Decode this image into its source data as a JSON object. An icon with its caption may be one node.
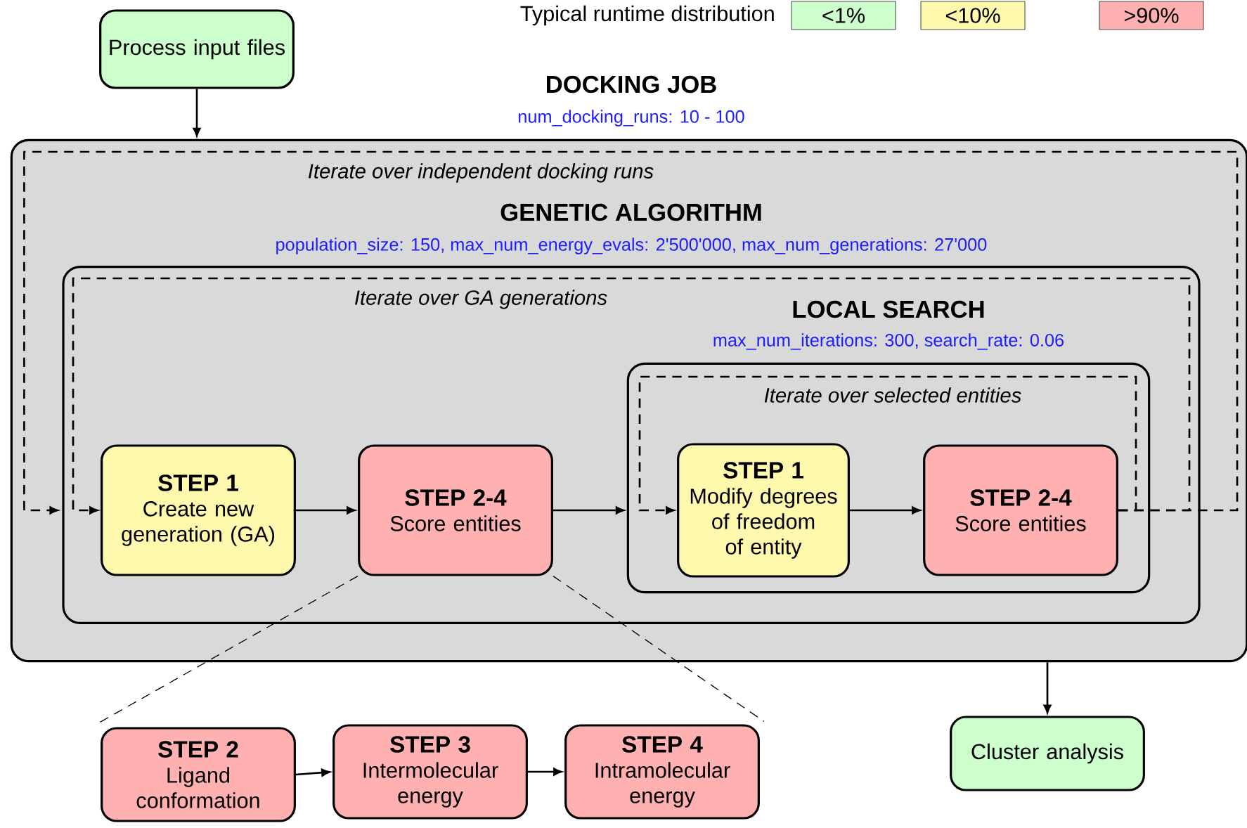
{
  "diagram": {
    "nodes": [
      {
        "text": [
          "Process input files"
        ]
      },
      {
        "text": [
          "DOCKING JOB",
          "num_docking_runs: 10 - 100"
        ]
      },
      {
        "text": [
          "GENETIC ALGORITHM",
          "population_size: 150, max_num_energy_evals: 2'500'000, max_num_generations: 27'000"
        ],
        "in": 1
      },
      {
        "text": [
          "STEP 1",
          "Create new generation (GA)"
        ],
        "in": 2
      },
      {
        "text": [
          "STEP 2-4",
          "Score entities"
        ],
        "in": 2
      },
      {
        "text": [
          "LOCAL SEARCH",
          "max_num_iterations: 300, search_rate: 0.06"
        ],
        "in": 2
      },
      {
        "text": [
          "STEP 1",
          "Modify degrees of freedom of entity"
        ],
        "in": 5
      },
      {
        "text": [
          "STEP 2-4",
          "Score entities"
        ],
        "in": 5
      },
      {
        "text": [
          "STEP 2",
          "Ligand conformation"
        ]
      },
      {
        "text": [
          "STEP 3",
          "Intermolecular energy"
        ]
      },
      {
        "text": [
          "STEP 4",
          "Intramolecular energy"
        ]
      },
      {
        "text": [
          "Cluster analysis"
        ]
      }
    ],
    "edges": [
      {
        "from": 0,
        "to": 1,
        "arrow": "to"
      },
      {
        "from": 3,
        "to": 4,
        "arrow": "to"
      },
      {
        "from": 4,
        "to": 5,
        "arrow": "to"
      },
      {
        "from": 6,
        "to": 7,
        "arrow": "to"
      },
      {
        "from": 7,
        "to": 6,
        "arrow": "to",
        "style": "dashed",
        "label": "Iterate over selected entities"
      },
      {
        "from": 7,
        "to": 3,
        "arrow": "to",
        "style": "dashed",
        "label": "Iterate over GA generations"
      },
      {
        "from": 7,
        "to": 2,
        "arrow": "to",
        "style": "dashed",
        "label": "Iterate over independent docking runs"
      },
      {
        "from": 8,
        "to": 9,
        "arrow": "to"
      },
      {
        "from": 9,
        "to": 10,
        "arrow": "to"
      },
      {
        "from": 4,
        "to": 8,
        "arrow": "none",
        "style": "dashed"
      },
      {
        "from": 4,
        "to": 10,
        "arrow": "none",
        "style": "dashed"
      },
      {
        "from": 1,
        "to": 11,
        "arrow": "to"
      }
    ],
    "labels": [
      "Typical runtime distribution"
    ],
    "legend": [
      {
        "text": "<1%",
        "color": "#ccffcc"
      },
      {
        "text": "<10%",
        "color": "#fff9ad"
      },
      {
        "text": ">90%",
        "color": "#ffb0b0"
      }
    ]
  }
}
